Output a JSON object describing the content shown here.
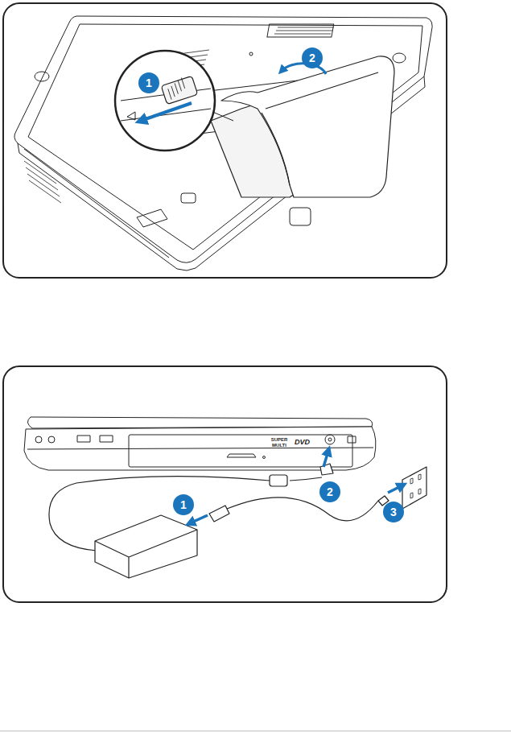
{
  "diagram": {
    "labels": [
      "1",
      "2",
      "1",
      "2",
      "3",
      "SUPER MULTI",
      "DVD"
    ]
  }
}
